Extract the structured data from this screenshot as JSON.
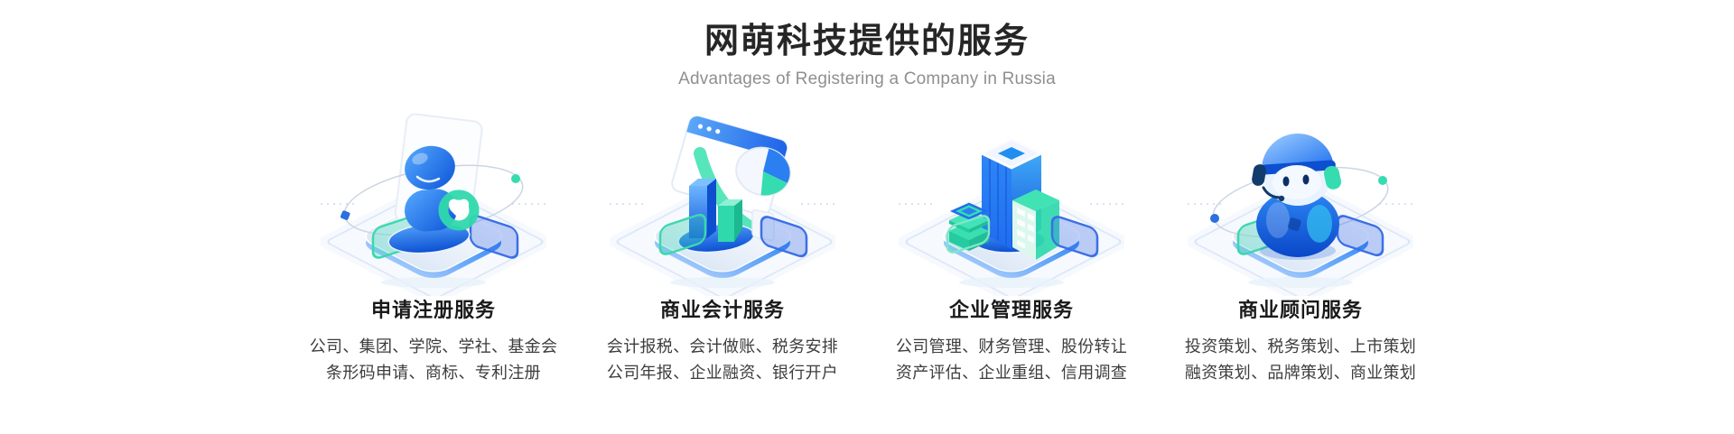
{
  "header": {
    "title": "网萌科技提供的服务",
    "subtitle": "Advantages of Registering a Company in Russia"
  },
  "colors": {
    "primary_blue": "#1e6ef0",
    "deep_blue": "#0b4fd2",
    "teal_green": "#35dcb0",
    "platform_light": "#e4edf8",
    "diamond_outline": "#dce6f7",
    "title_text": "#262626",
    "subtitle_text": "#8f8f8f",
    "body_text": "#3d3d3d"
  },
  "services": [
    {
      "icon": "avatar-registration-3d-icon",
      "title": "申请注册服务",
      "lines": [
        "公司、集团、学院、学社、基金会",
        "条形码申请、商标、专利注册"
      ]
    },
    {
      "icon": "accounting-charts-3d-icon",
      "title": "商业会计服务",
      "lines": [
        "会计报税、会计做账、税务安排",
        "公司年报、企业融资、银行开户"
      ]
    },
    {
      "icon": "company-buildings-3d-icon",
      "title": "企业管理服务",
      "lines": [
        "公司管理、财务管理、股份转让",
        "资产评估、企业重组、信用调查"
      ]
    },
    {
      "icon": "robot-consultant-3d-icon",
      "title": "商业顾问服务",
      "lines": [
        "投资策划、税务策划、上市策划",
        "融资策划、品牌策划、商业策划"
      ]
    }
  ]
}
